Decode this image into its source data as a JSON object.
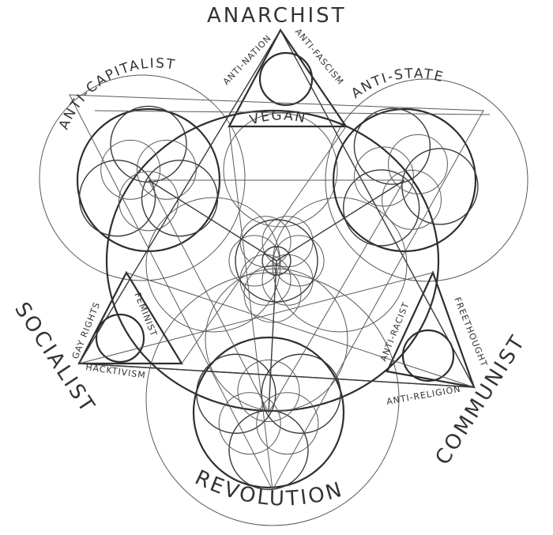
{
  "labels": {
    "anarchist": "ANARCHIST",
    "socialist": "SOCIALIST",
    "communist": "COMMUNIST",
    "revolution": "REVOLUTION",
    "anti_capitalist": "ANTI-CAPITALIST",
    "anti_state": "ANTI-STATE",
    "vegan": "VEGAN",
    "anti_nation": "ANTI-NATION",
    "anti_fascism": "ANTI-FASCISM",
    "gay_rights": "GAY RIGHTS",
    "feminist": "FEMINIST",
    "hacktivism": "HACKTIVISM",
    "anti_racist": "ANTI-RACIST",
    "freethought": "FREETHOUGHT",
    "anti_religion": "ANTI-RELIGION"
  },
  "colors": {
    "ink": "#333333",
    "paper": "#ffffff"
  }
}
